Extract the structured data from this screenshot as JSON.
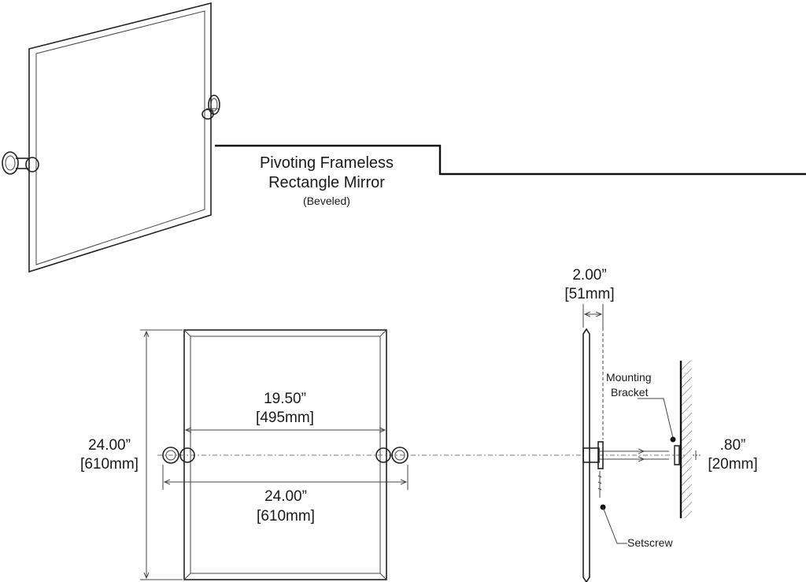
{
  "product": {
    "title_line1": "Pivoting Frameless",
    "title_line2": "Rectangle Mirror",
    "subtitle": "(Beveled)"
  },
  "front_view": {
    "mirror_width": {
      "inches": "19.50”",
      "mm": "[495mm]"
    },
    "overall_width": {
      "inches": "24.00”",
      "mm": "[610mm]"
    },
    "height": {
      "inches": "24.00”",
      "mm": "[610mm]"
    }
  },
  "side_view": {
    "depth": {
      "inches": "2.00”",
      "mm": "[51mm]"
    },
    "bracket_depth": {
      "inches": ".80”",
      "mm": "[20mm]"
    },
    "mounting_bracket_line1": "Mounting",
    "mounting_bracket_line2": "Bracket",
    "setscrew": "Setscrew"
  }
}
